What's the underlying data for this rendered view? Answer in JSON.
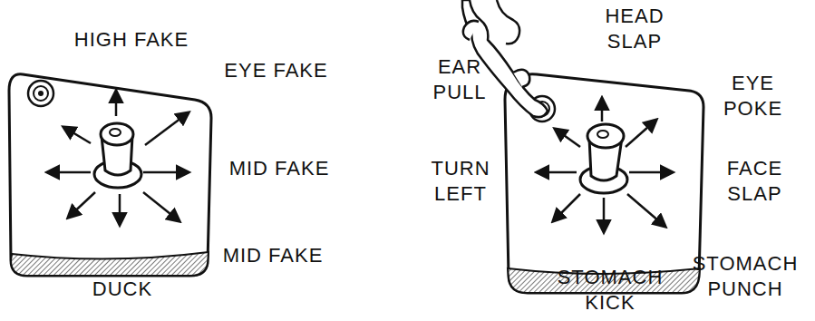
{
  "diagram": {
    "labels": [
      "HIGH FAKE",
      "EYE FAKE",
      "MID FAKE",
      "MID FAKE",
      "DUCK",
      "EAR PULL",
      "HEAD SLAP",
      "EYE POKE",
      "TURN LEFT",
      "FACE SLAP",
      "STOMACH PUNCH",
      "STOMACH KICK"
    ]
  }
}
